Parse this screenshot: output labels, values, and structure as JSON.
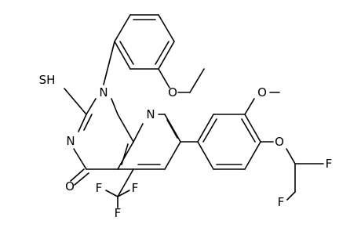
{
  "molecule": {
    "atoms": {
      "sh": "SH",
      "n1": "N",
      "n3": "N",
      "n8": "N",
      "o4": "O",
      "o_ethoxy": "O",
      "o_methoxy": "O",
      "o_difluoro": "O",
      "f_chf2_top": "F",
      "f_chf2_bottom": "F",
      "f_cf3_left": "F",
      "f_cf3_right": "F",
      "f_cf3_bottom": "F"
    }
  }
}
